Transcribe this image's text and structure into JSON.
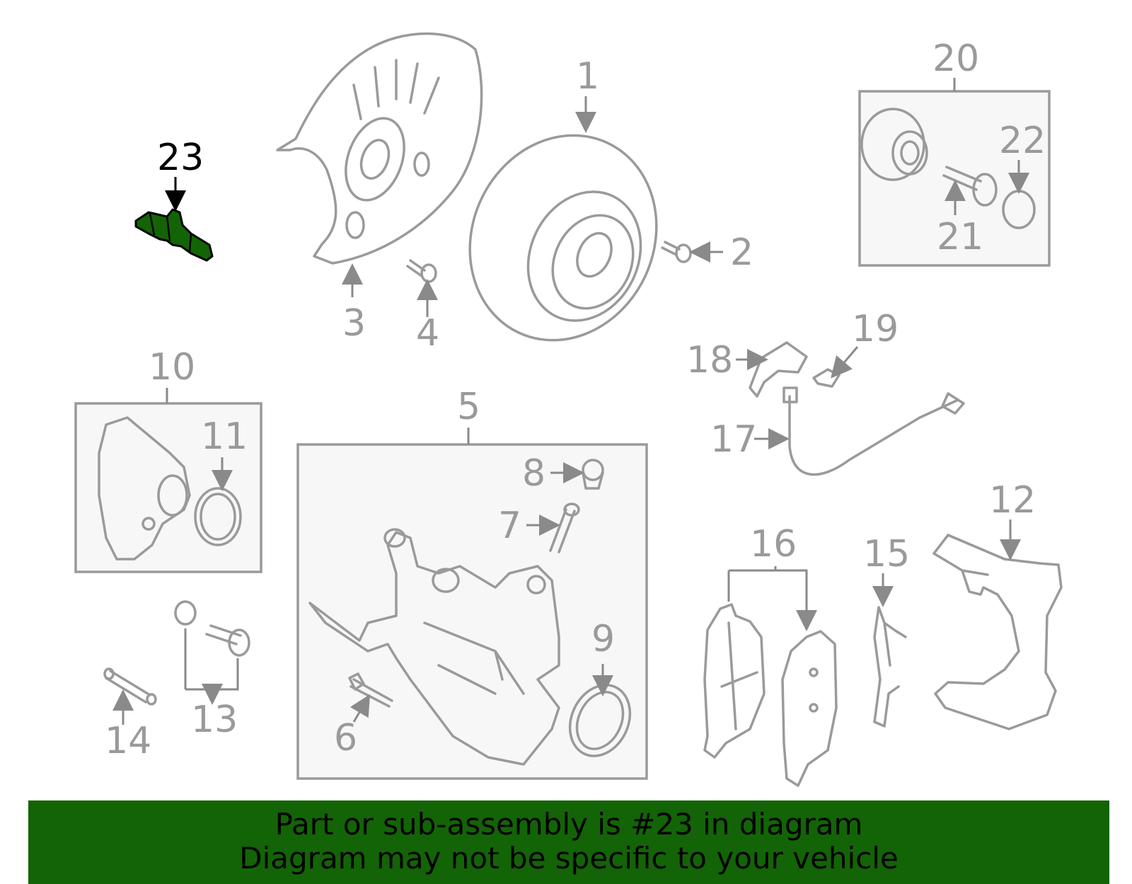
{
  "callouts": {
    "c1": "1",
    "c2": "2",
    "c3": "3",
    "c4": "4",
    "c5": "5",
    "c6": "6",
    "c7": "7",
    "c8": "8",
    "c9": "9",
    "c10": "10",
    "c11": "11",
    "c12": "12",
    "c13": "13",
    "c14": "14",
    "c15": "15",
    "c16": "16",
    "c17": "17",
    "c18": "18",
    "c19": "19",
    "c20": "20",
    "c21": "21",
    "c22": "22",
    "c23": "23"
  },
  "highlighted_part": "23",
  "colors": {
    "highlight": "#136406",
    "line": "#9a9a9a",
    "banner": "#136406"
  },
  "banner": {
    "line1": "Part or sub-assembly is #23 in diagram",
    "line2": "Diagram may not be specific to your vehicle"
  }
}
